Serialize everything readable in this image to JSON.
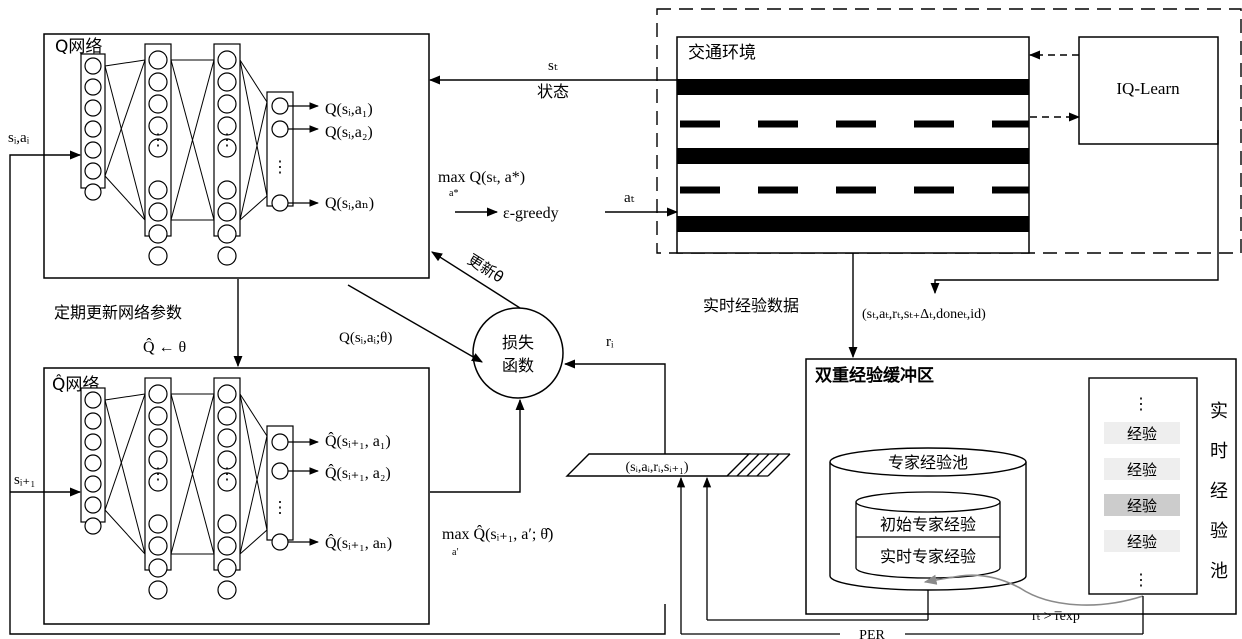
{
  "q_net": {
    "title": "Q网络",
    "outputs": [
      "Q(sᵢ,a₁)",
      "Q(sᵢ,a₂)",
      "Q(sᵢ,aₙ)"
    ],
    "input_label": "sᵢ,aᵢ"
  },
  "target_net": {
    "title": "Q̂网络",
    "outputs": [
      "Q̂(sᵢ₊₁, a₁)",
      "Q̂(sᵢ₊₁, a₂)",
      "Q̂(sᵢ₊₁, aₙ)"
    ],
    "input_label": "sᵢ₊₁"
  },
  "labels": {
    "state_sym": "sₜ",
    "state_text": "状态",
    "max_q": "max Q(sₜ, a*)",
    "max_q_sub": "a*",
    "egreedy": "ε-greedy",
    "action_sym": "aₜ",
    "update_theta": "更新θ",
    "periodic_update": "定期更新网络参数",
    "qhat_assign": "Q̂ ← θ",
    "q_theta": "Q(sᵢ,aᵢ;θ)",
    "reward_sym": "rᵢ",
    "max_qhat": "max Q̂(sᵢ₊₁, a′; θ̂)",
    "max_qhat_sub": "a′",
    "realtime_data": "实时经验数据",
    "tuple_full": "(sₜ,aₜ,rₜ,sₜ₊Δₜ,doneₜ,id)",
    "sample_tuple": "(sᵢ,aᵢ,rᵢ,sᵢ₊₁)",
    "per": "PER",
    "threshold": "rₜ > r̅exp"
  },
  "loss": {
    "line1": "损失",
    "line2": "函数"
  },
  "traffic": {
    "title": "交通环境",
    "iq": "IQ-Learn"
  },
  "buffer": {
    "title": "双重经验缓冲区",
    "expert_pool": "专家经验池",
    "initial_expert": "初始专家经验",
    "realtime_expert": "实时专家经验",
    "realtime_pool_label": [
      "实",
      "时",
      "经",
      "验",
      "池"
    ],
    "experience_items": [
      "经验",
      "经验",
      "经验",
      "经验"
    ],
    "ellipsis": "⋮"
  },
  "colors": {
    "line": "#000000",
    "light_cell": "#eeeeee",
    "dark_cell": "#cccccc",
    "threshold_arrow": "#8a8a8a"
  }
}
